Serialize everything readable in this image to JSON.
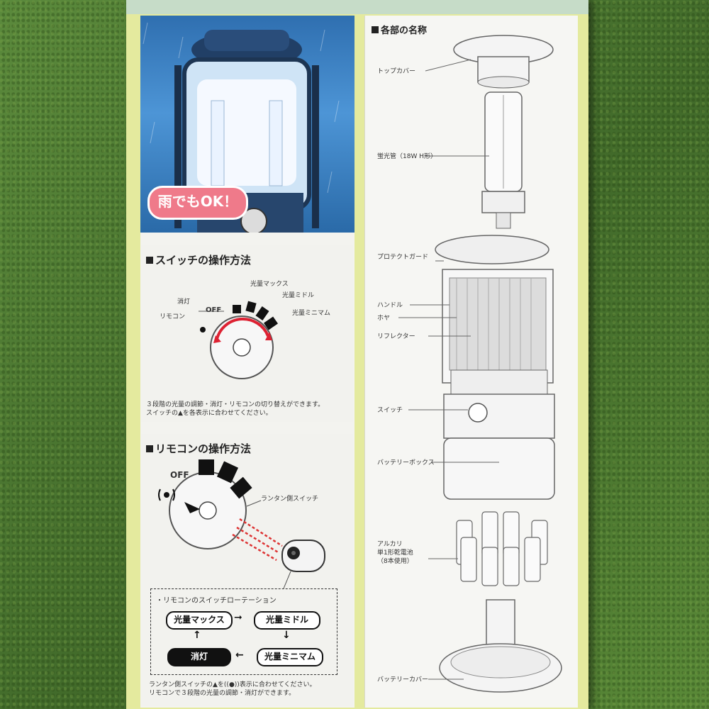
{
  "photo": {
    "badge": "雨でもOK！"
  },
  "switch_section": {
    "title": "スイッチの操作方法",
    "labels": {
      "max": "光量マックス",
      "mid": "光量ミドル",
      "min": "光量ミニマム",
      "off_jp": "消灯",
      "remote": "リモコン",
      "off": "OFF"
    },
    "desc1": "３段階の光量の調節・消灯・リモコンの切り替えができます。",
    "desc2": "スイッチの▲を各表示に合わせてください。"
  },
  "remote_section": {
    "title": "リモコンの操作方法",
    "off": "OFF",
    "lantern_switch": "ランタン側スイッチ",
    "rotation_title": "・リモコンのスイッチローテーション",
    "pills": {
      "max": "光量マックス",
      "mid": "光量ミドル",
      "min": "光量ミニマム",
      "off": "消灯"
    },
    "note1": "ランタン側スイッチの▲を((●))表示に合わせてください。",
    "note2": "リモコンで３段階の光量の調節・消灯ができます。"
  },
  "parts": {
    "title": "各部の名称",
    "top_cover": "トップカバー",
    "tube": "蛍光管（18W H形）",
    "protect_guard": "プロテクトガード",
    "handle": "ハンドル",
    "hoya": "ホヤ",
    "reflector": "リフレクター",
    "switch": "スイッチ",
    "battery_box": "バッテリーボックス",
    "battery_1": "アルカリ",
    "battery_2": "単1形乾電池",
    "battery_3": "（8本使用）",
    "battery_cover": "バッテリーカバー"
  }
}
